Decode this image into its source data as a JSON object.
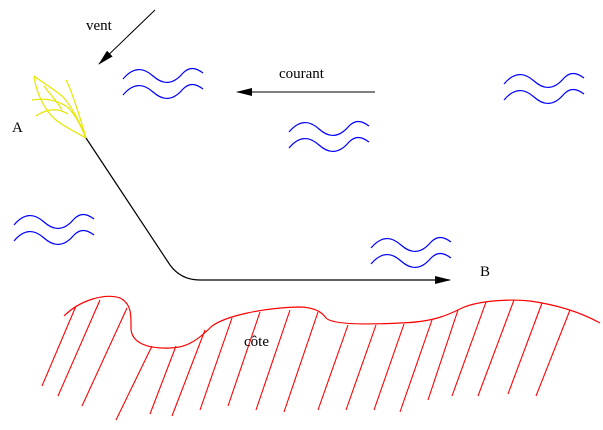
{
  "labels": {
    "wind": "vent",
    "current": "courant",
    "point_a": "A",
    "point_b": "B",
    "coast": "côte"
  },
  "colors": {
    "background": "#ffffff",
    "waves": "#0000ff",
    "coast": "#ff0000",
    "boat": "#e6e600",
    "ink": "#000000"
  },
  "icons": {
    "waves": "wave-icon",
    "boat": "sailboat-icon",
    "arrow": "arrow-icon"
  }
}
